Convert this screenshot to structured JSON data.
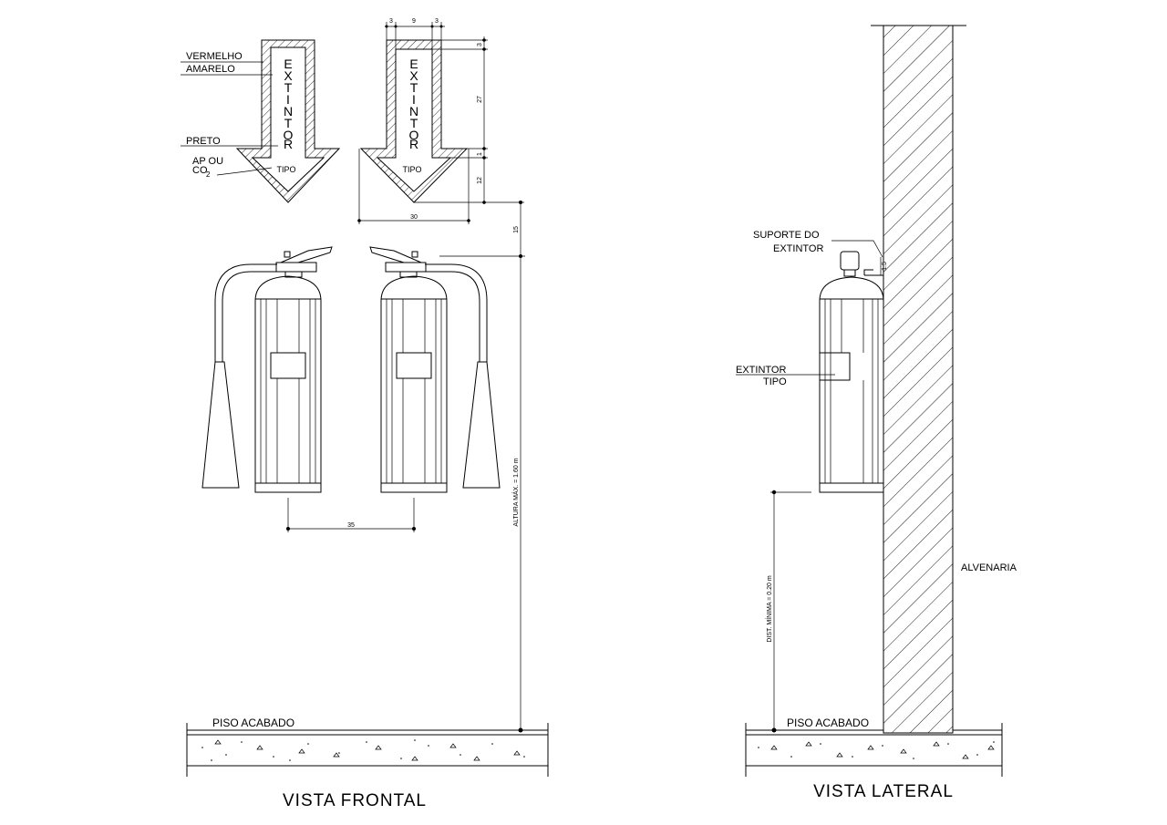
{
  "labels": {
    "vermelho": "VERMELHO",
    "amarelo": "AMARELO",
    "preto": "PRETO",
    "ap_ou": "AP OU",
    "co2": "CO",
    "co2_sub": "2",
    "tipo": "TIPO",
    "extintor_vertical": [
      "E",
      "X",
      "T",
      "I",
      "N",
      "T",
      "O",
      "R"
    ],
    "suporte_line1": "SUPORTE DO",
    "suporte_line2": "EXTINTOR",
    "extintor_tipo_line1": "EXTINTOR",
    "extintor_tipo_line2": "TIPO",
    "alvenaria": "ALVENARIA",
    "piso_acabado_frontal": "PISO ACABADO",
    "piso_acabado_lateral": "PISO ACABADO",
    "vista_frontal": "VISTA FRONTAL",
    "vista_lateral": "VISTA LATERAL"
  },
  "dimensions": {
    "top_3a": "3",
    "top_9": "9",
    "top_3b": "3",
    "right_3": "3",
    "right_27": "27",
    "right_1": "1",
    "right_12": "12",
    "width_30": "30",
    "gap_15": "15",
    "spacing_35": "35",
    "altura_max": "ALTURA MÁX. = 1.60 m",
    "dist_minima": "DIST. MÍNIMA = 0.20 m",
    "suporte_dim": "1.5"
  },
  "colors": {
    "line": "#000000",
    "background": "#ffffff"
  }
}
